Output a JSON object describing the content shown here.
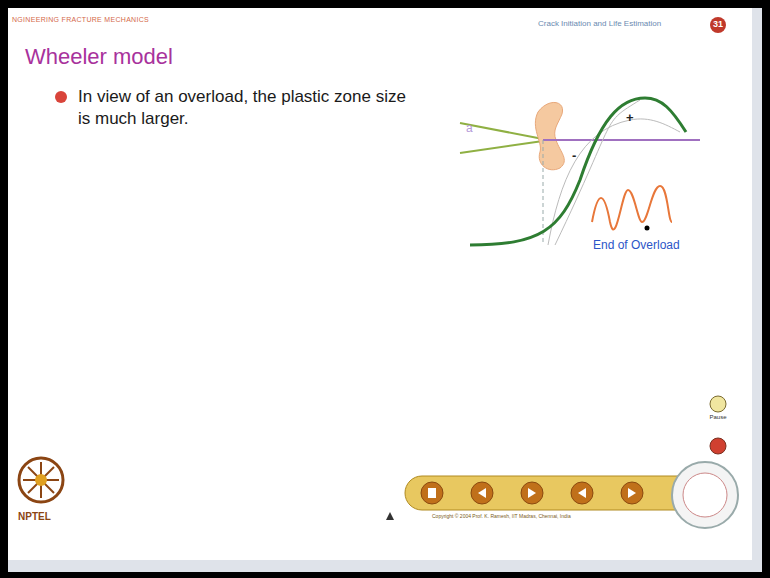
{
  "diagram": {
    "title": "Wheeler model",
    "labels": [
      "NGINEERING FRACTURE MECHANICS",
      "Crack Initiation and Life Estimation",
      "31",
      "In view of an overload, the plastic zone size is much larger.",
      "a",
      "+",
      "-",
      "End of Overload",
      "NPTEL",
      "Pause",
      "Copyright © 2004 Prof. K. Ramesh, IIT Madras, Chennai, India"
    ]
  }
}
